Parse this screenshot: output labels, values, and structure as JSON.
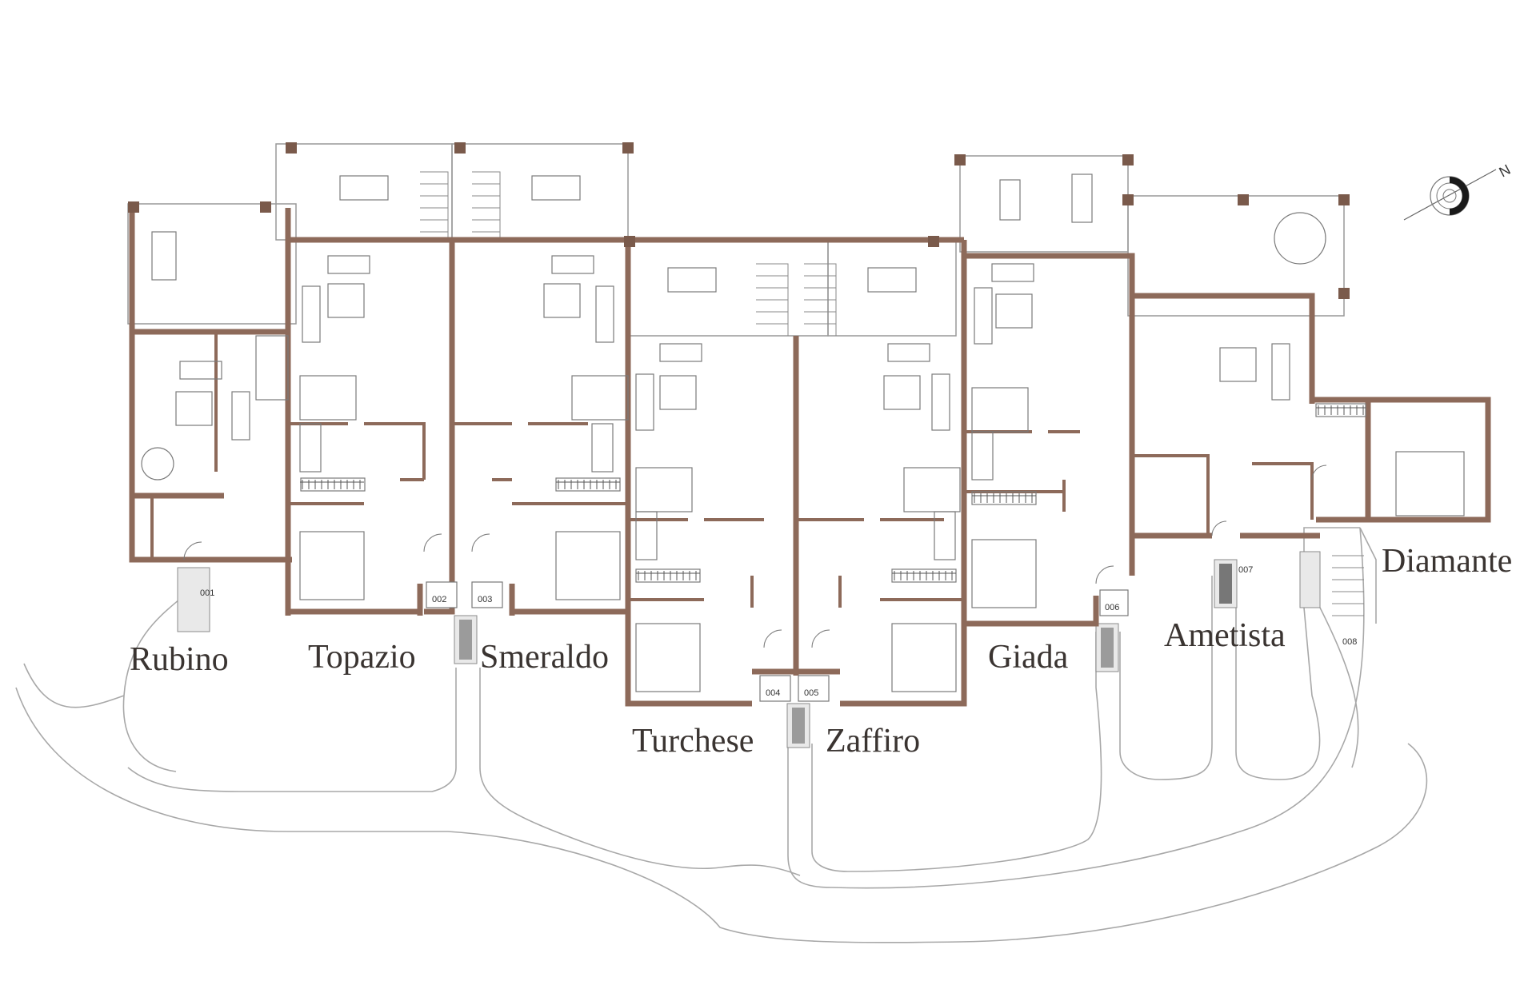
{
  "colors": {
    "wall": "#8d6a5a",
    "wall_dark": "#6e5043",
    "line": "#9a9a9a",
    "furniture": "#7a7a7a",
    "label": "#3a3431",
    "background": "#ffffff"
  },
  "units": [
    {
      "name": "Rubino"
    },
    {
      "name": "Topazio"
    },
    {
      "name": "Smeraldo"
    },
    {
      "name": "Turchese"
    },
    {
      "name": "Zaffiro"
    },
    {
      "name": "Giada"
    },
    {
      "name": "Ametista"
    },
    {
      "name": "Diamante"
    }
  ],
  "door_numbers": [
    "001",
    "002",
    "003",
    "004",
    "005",
    "006",
    "007",
    "008"
  ],
  "compass": {
    "letter": "N",
    "icon": "north-arrow-icon"
  }
}
